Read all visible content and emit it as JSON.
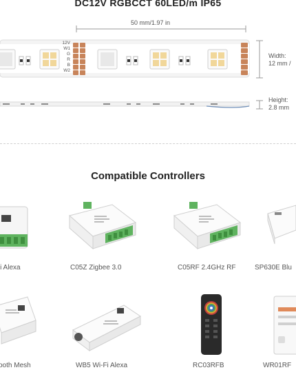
{
  "header": {
    "title": "DC12V RGBCCT 60LED/m IP65"
  },
  "strip": {
    "length_label": "50 mm/1.97 in",
    "pad_labels": [
      "12V",
      "W1",
      "G",
      "R",
      "B",
      "W2"
    ],
    "width_label_1": "Width:",
    "width_label_2": "12 mm /",
    "height_label_1": "Height:",
    "height_label_2": "2.8 mm"
  },
  "controllers": {
    "title": "Compatible Controllers",
    "items": [
      {
        "label": "Fi Alexa"
      },
      {
        "label": "C05Z Zigbee 3.0"
      },
      {
        "label": "C05RF 2.4GHz RF"
      },
      {
        "label": "SP630E Blu"
      },
      {
        "label": "ooth Mesh"
      },
      {
        "label": "WB5 Wi-Fi Alexa"
      },
      {
        "label": "RC03RFB"
      },
      {
        "label": "WR01RF"
      }
    ]
  },
  "colors": {
    "pad_copper": "#c8845a",
    "terminal_green": "#5fb35f",
    "remote_dark": "#2a2a2a"
  }
}
